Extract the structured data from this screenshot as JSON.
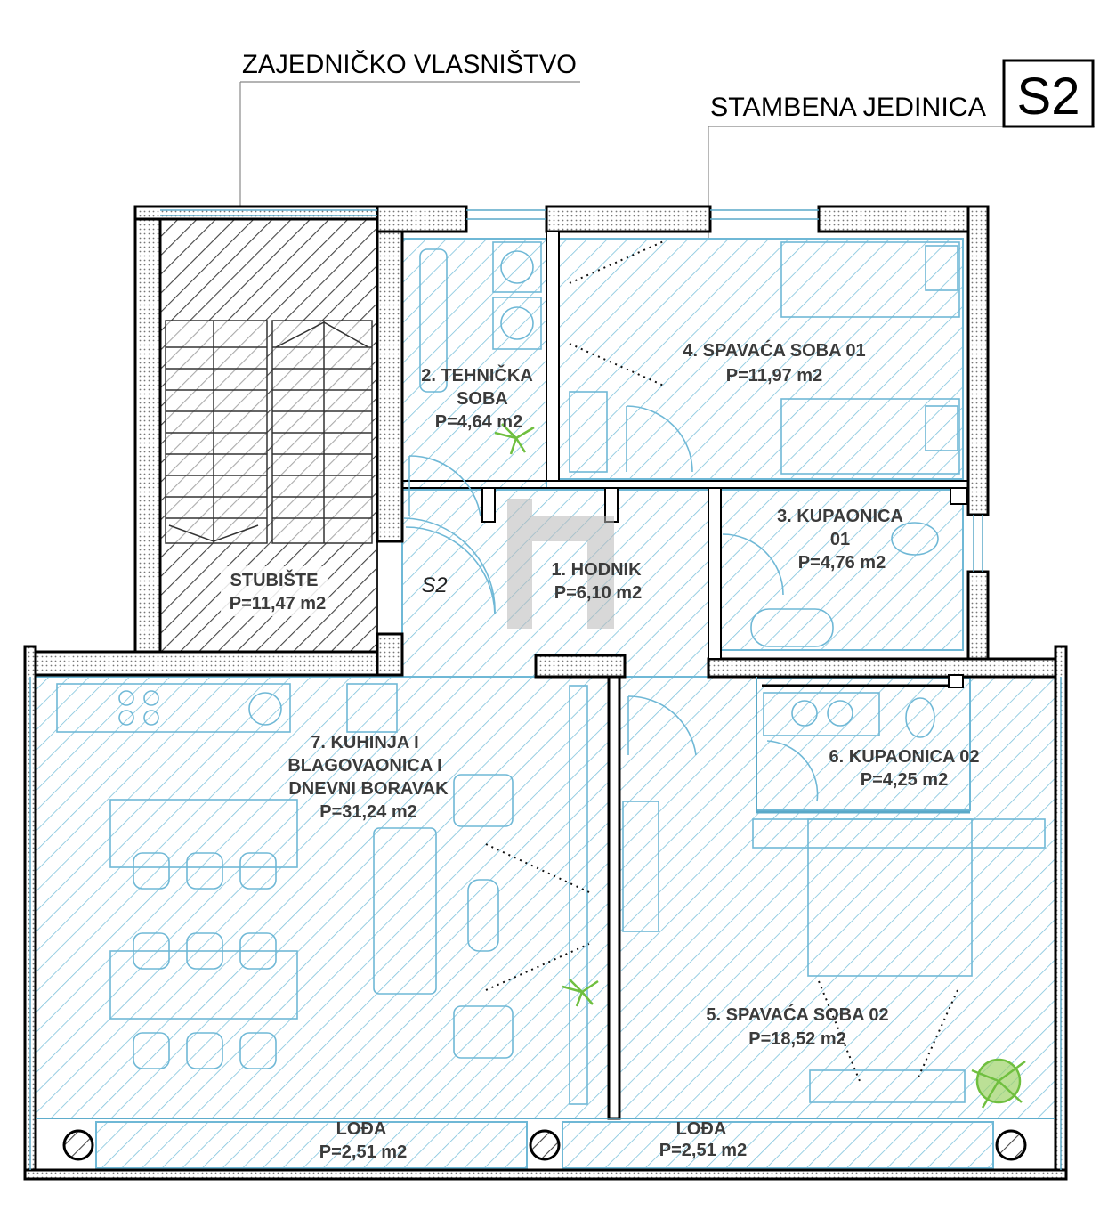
{
  "header": {
    "common_ownership": "ZAJEDNIČKO VLASNIŠTVO",
    "unit_title": "STAMBENA  JEDINICA",
    "unit_code": "S2"
  },
  "door_mark": "S2",
  "rooms": [
    {
      "id": "hodnik",
      "line1": "1. HODNIK",
      "line2": "P=6,10 m2"
    },
    {
      "id": "tehnicka",
      "line1": "2. TEHNIČKA",
      "line2": "SOBA",
      "line3": "P=4,64 m2"
    },
    {
      "id": "kupaonica01",
      "line1": "3. KUPAONICA",
      "line2": "01",
      "line3": "P=4,76 m2"
    },
    {
      "id": "spavaca01",
      "line1": "4. SPAVAĆA SOBA 01",
      "line2": "P=11,97 m2"
    },
    {
      "id": "spavaca02",
      "line1": "5. SPAVAĆA SOBA 02",
      "line2": "P=18,52 m2"
    },
    {
      "id": "kupaonica02",
      "line1": "6. KUPAONICA 02",
      "line2": "P=4,25 m2"
    },
    {
      "id": "kuhinja",
      "line1": "7. KUHINJA I",
      "line2": "BLAGOVAONICA I",
      "line3": "DNEVNI BORAVAK",
      "line4": "P=31,24 m2"
    },
    {
      "id": "stubiste",
      "line1": "STUBIŠTE",
      "line2": "P=11,47 m2"
    },
    {
      "id": "loda1",
      "line1": "LOĐA",
      "line2": "P=2,51 m2"
    },
    {
      "id": "loda2",
      "line1": "LOĐA",
      "line2": "P=2,51 m2"
    }
  ],
  "colors": {
    "room_hatch": "#7fc3dc",
    "room_outline": "#6fb8d6",
    "stair_hatch": "#444444",
    "wall": "#000000",
    "wall_fill": "#d9d9d9",
    "plant": "#6fbf3f"
  }
}
